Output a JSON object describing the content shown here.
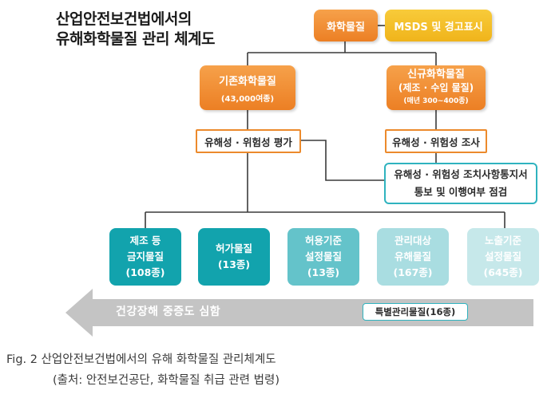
{
  "title": {
    "line1": "산업안전보건법에서의",
    "line2": "유해화학물질 관리 체계도"
  },
  "nodes": {
    "chemicals": "화학물질",
    "msds": "MSDS 및 경고표시",
    "existing": {
      "title": "기존화학물질",
      "sub": "(43,000여종)"
    },
    "new": {
      "title": "신규화학물질",
      "sub": "(제조 · 수입 물질)",
      "sub2": "(매년 300~400종)"
    },
    "hazard_eval": "유해성 · 위험성 평가",
    "hazard_survey": "유해성 · 위험성 조사",
    "notice": {
      "line1": "유해성 · 위험성 조치사항통지서",
      "line2": "통보 및 이행여부 점검"
    }
  },
  "categories": [
    {
      "line1": "제조 등",
      "line2": "금지물질",
      "count": "(108종)"
    },
    {
      "line1": "허가물질",
      "line2": "(13종)",
      "count": ""
    },
    {
      "line1": "허용기준",
      "line2": "설정물질",
      "count": "(13종)"
    },
    {
      "line1": "관리대상",
      "line2": "유해물질",
      "count": "(167종)"
    },
    {
      "line1": "노출기준",
      "line2": "설정물질",
      "count": "(645종)"
    }
  ],
  "arrow": {
    "label": "건강장해 중증도 심함",
    "special": "특별관리물질(16종)"
  },
  "caption": {
    "line1": "Fig. 2 산업안전보건법에서의 유해 화학물질 관리체계도",
    "line2": "(출처: 안전보건공단, 화학물질 취급 관련 법령)"
  },
  "colors": {
    "orange": "#ec7f24",
    "yellow": "#f0b41b",
    "teal": "#12a3ad",
    "line": "#3a3a3a",
    "arrow_gray": "#bdbdbd"
  }
}
